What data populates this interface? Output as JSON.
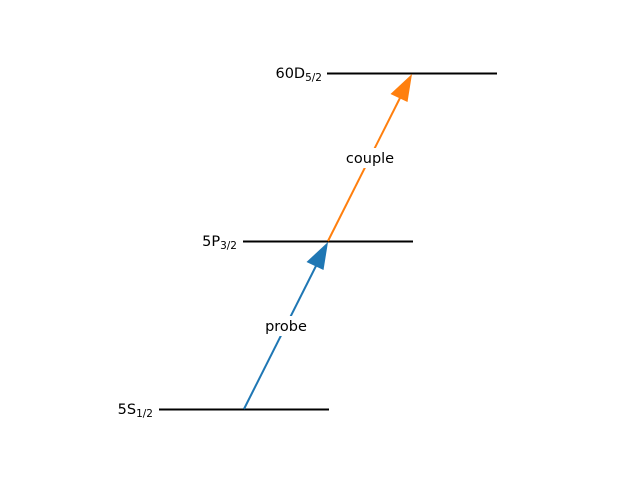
{
  "levels": [
    {
      "id": "ground",
      "main": "5S",
      "sub": "1/2"
    },
    {
      "id": "intermediate",
      "main": "5P",
      "sub": "3/2"
    },
    {
      "id": "rydberg",
      "main": "60D",
      "sub": "5/2"
    }
  ],
  "transitions": [
    {
      "id": "probe",
      "label": "probe",
      "color": "#1f77b4"
    },
    {
      "id": "couple",
      "label": "couple",
      "color": "#ff7f0e"
    }
  ],
  "level_line_color": "#000000"
}
